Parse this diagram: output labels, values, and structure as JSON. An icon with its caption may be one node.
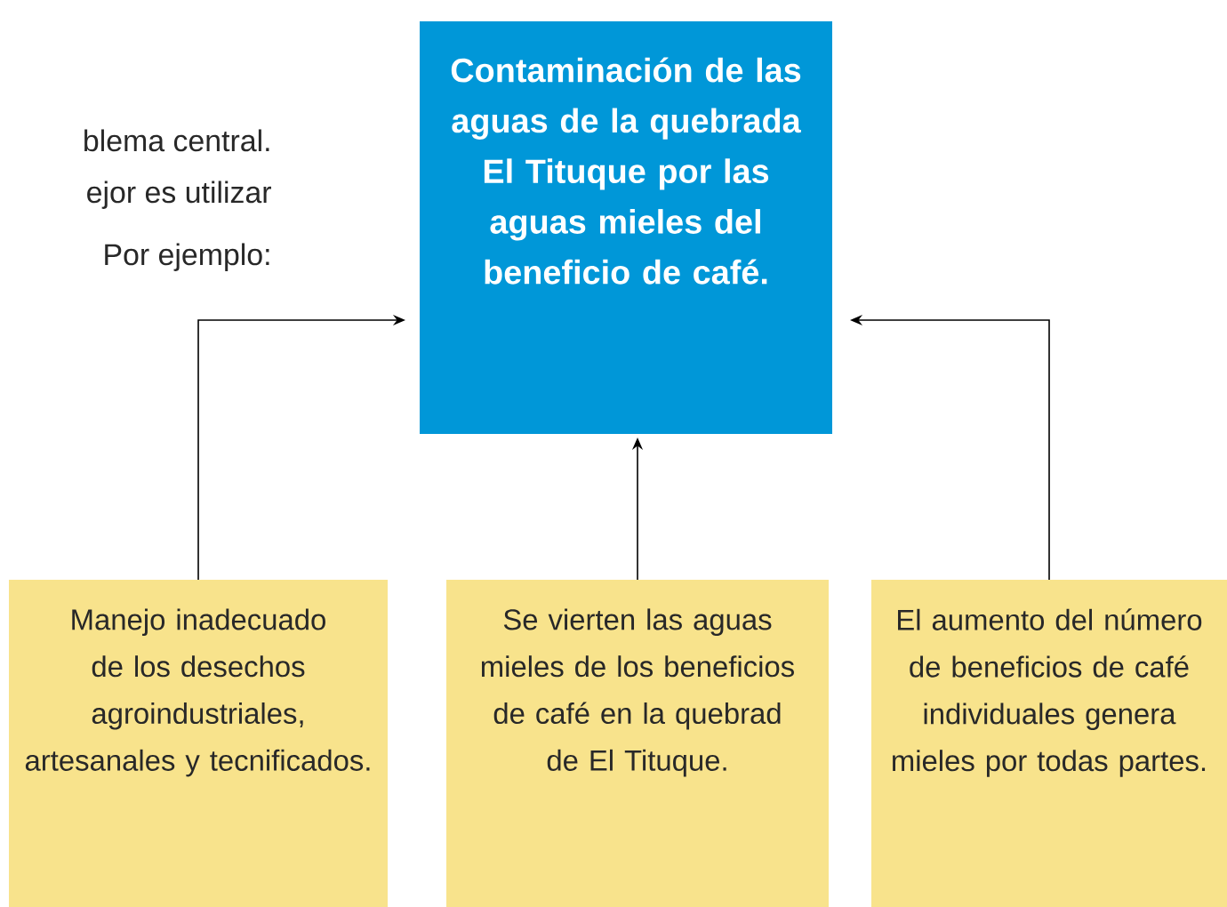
{
  "diagram": {
    "nodes": [
      {
        "text": [
          "Contaminación de las aguas de la quebrada El Tituque por las aguas mieles del beneficio de café."
        ]
      },
      {
        "text": [
          "Manejo inadecuado de los desechos agroindustriales, artesanales y tecnificados."
        ]
      },
      {
        "text": [
          "Se vierten las aguas mieles de los beneficios de café en la quebrad de El Tituque."
        ]
      },
      {
        "text": [
          "El aumento del número de beneficios de café individuales genera mieles por todas partes."
        ]
      }
    ],
    "edges": [
      {
        "from": 1,
        "to": 0,
        "arrow": "to"
      },
      {
        "from": 2,
        "to": 0,
        "arrow": "to"
      },
      {
        "from": 3,
        "to": 0,
        "arrow": "to"
      }
    ],
    "labels": [
      "blema central.",
      "ejor es utilizar",
      "Por ejemplo:"
    ]
  }
}
